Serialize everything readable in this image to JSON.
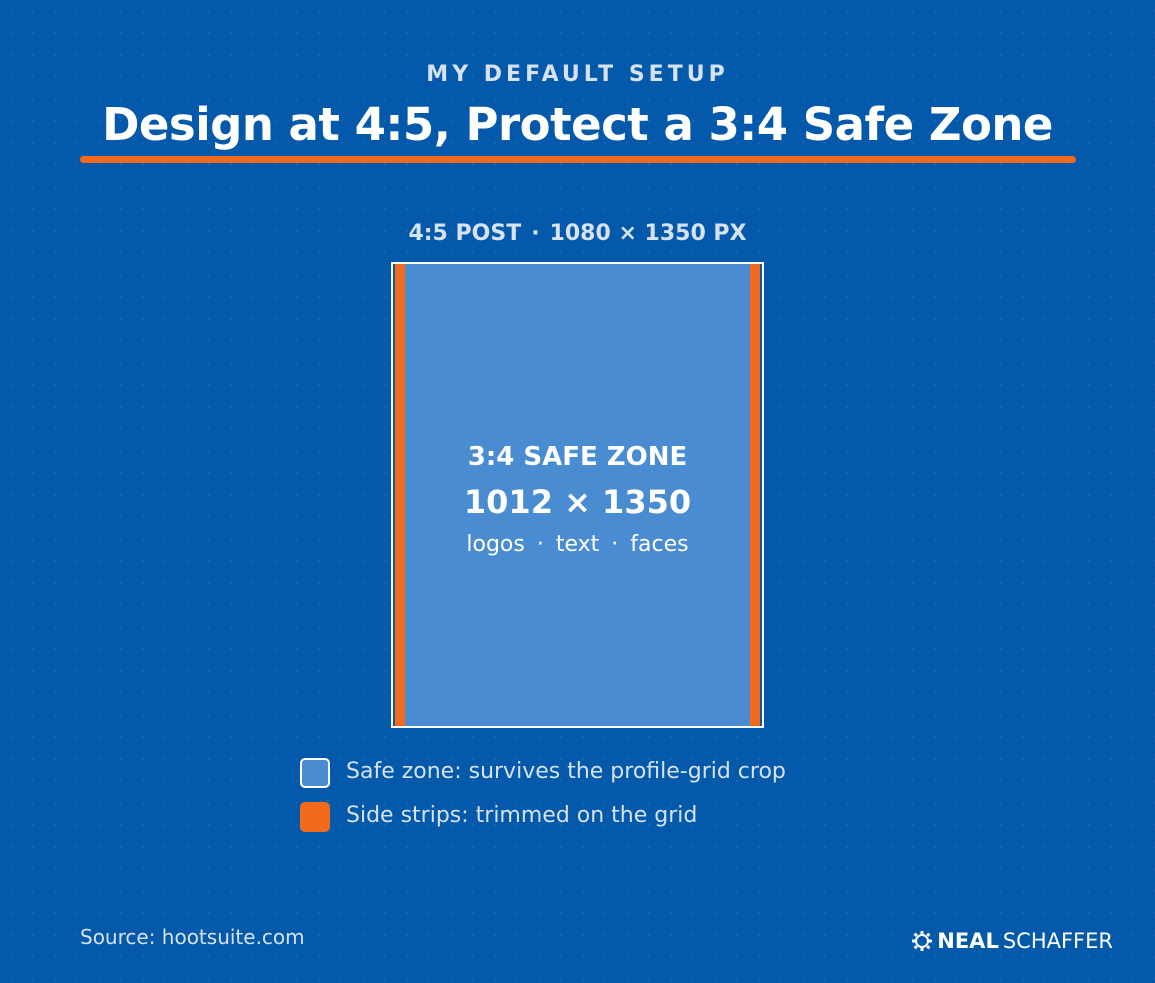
{
  "header": {
    "eyebrow": "MY DEFAULT SETUP",
    "title": "Design at 4:5, Protect a 3:4 Safe Zone"
  },
  "post": {
    "ratio_label": "4:5 POST",
    "separator": "·",
    "size_label": "1080 × 1350 PX"
  },
  "safe_zone": {
    "title": "3:4 SAFE ZONE",
    "dimensions": "1012 × 1350",
    "uses": [
      "logos",
      "text",
      "faces"
    ],
    "separator": "·"
  },
  "legend": [
    {
      "label": "Safe zone: survives the profile-grid crop",
      "color": "#4a8cd2"
    },
    {
      "label": "Side strips: trimmed on the grid",
      "color": "#f26a1b"
    }
  ],
  "footer": {
    "source": "Source: hootsuite.com",
    "logo_first": "NEAL",
    "logo_second": "SCHAFFER",
    "logo_icon": "gear-icon"
  },
  "colors": {
    "background": "#0459aa",
    "accent": "#f26a1b",
    "safe_zone": "#4a8cd2",
    "text_muted": "#d6e2f0"
  }
}
